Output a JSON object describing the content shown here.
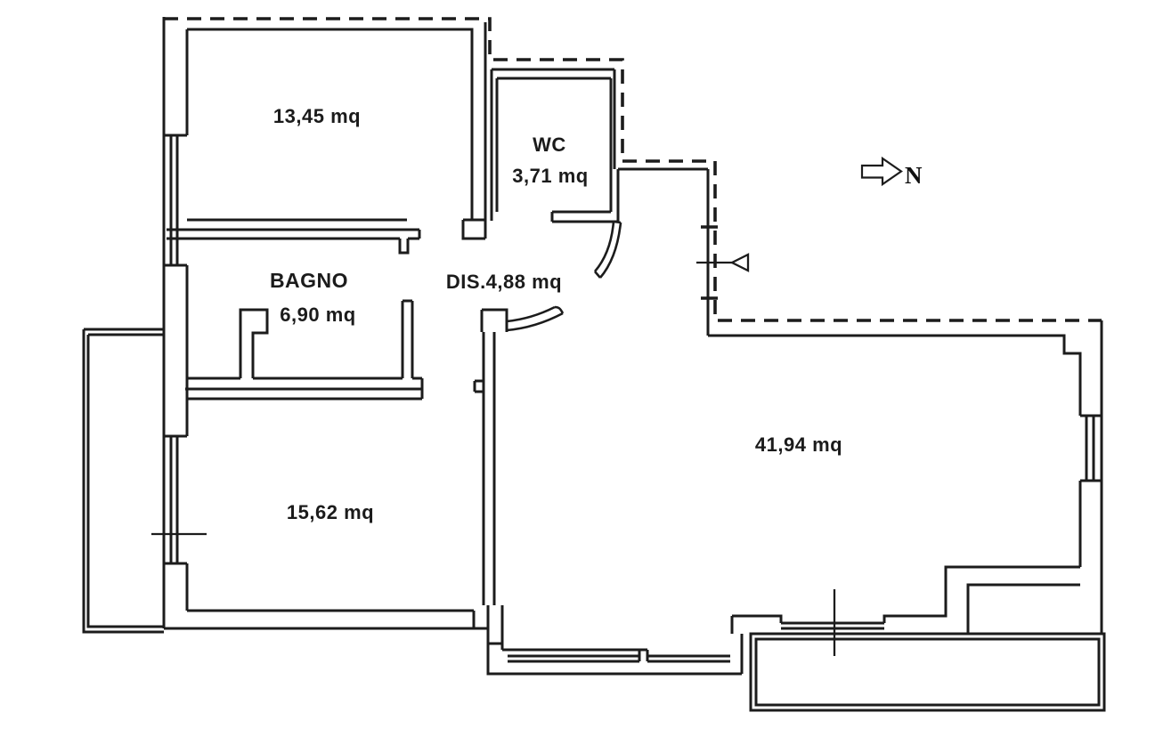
{
  "plan": {
    "type": "apartment-floor-plan",
    "rooms": [
      {
        "id": "bedroom-top",
        "name": "",
        "area_label": "13,45 mq"
      },
      {
        "id": "wc",
        "name": "WC",
        "area_label": "3,71 mq"
      },
      {
        "id": "bagno",
        "name": "BAGNO",
        "area_label": "6,90 mq"
      },
      {
        "id": "disimpegno",
        "name": "",
        "area_label": "DIS.4,88 mq"
      },
      {
        "id": "living",
        "name": "",
        "area_label": "41,94 mq"
      },
      {
        "id": "bedroom-low",
        "name": "",
        "area_label": "15,62 mq"
      }
    ],
    "north_label": "N",
    "colors": {
      "line": "#1c1c1c",
      "background": "#ffffff"
    }
  }
}
